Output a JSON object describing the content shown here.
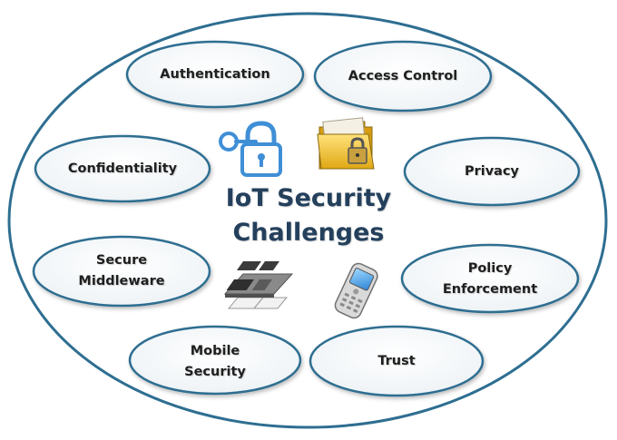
{
  "title_lines": [
    "IoT Security",
    "Challenges"
  ],
  "nodes": [
    {
      "id": "authentication",
      "lines": [
        "Authentication"
      ]
    },
    {
      "id": "access-control",
      "lines": [
        "Access Control"
      ]
    },
    {
      "id": "confidentiality",
      "lines": [
        "Confidentiality"
      ]
    },
    {
      "id": "privacy",
      "lines": [
        "Privacy"
      ]
    },
    {
      "id": "secure-middleware",
      "lines": [
        "Secure",
        "Middleware"
      ]
    },
    {
      "id": "policy-enforcement",
      "lines": [
        "Policy",
        "Enforcement"
      ]
    },
    {
      "id": "mobile-security",
      "lines": [
        "Mobile",
        "Security"
      ]
    },
    {
      "id": "trust",
      "lines": [
        "Trust"
      ]
    }
  ],
  "icons": [
    "key-lock-icon",
    "locked-folder-icon",
    "circuit-layers-icon",
    "mobile-phone-icon"
  ],
  "colors": {
    "outline": "#2e6e91",
    "title": "#24405c",
    "lock_blue": "#3f8fd6",
    "folder_yellow": "#f2c530"
  }
}
